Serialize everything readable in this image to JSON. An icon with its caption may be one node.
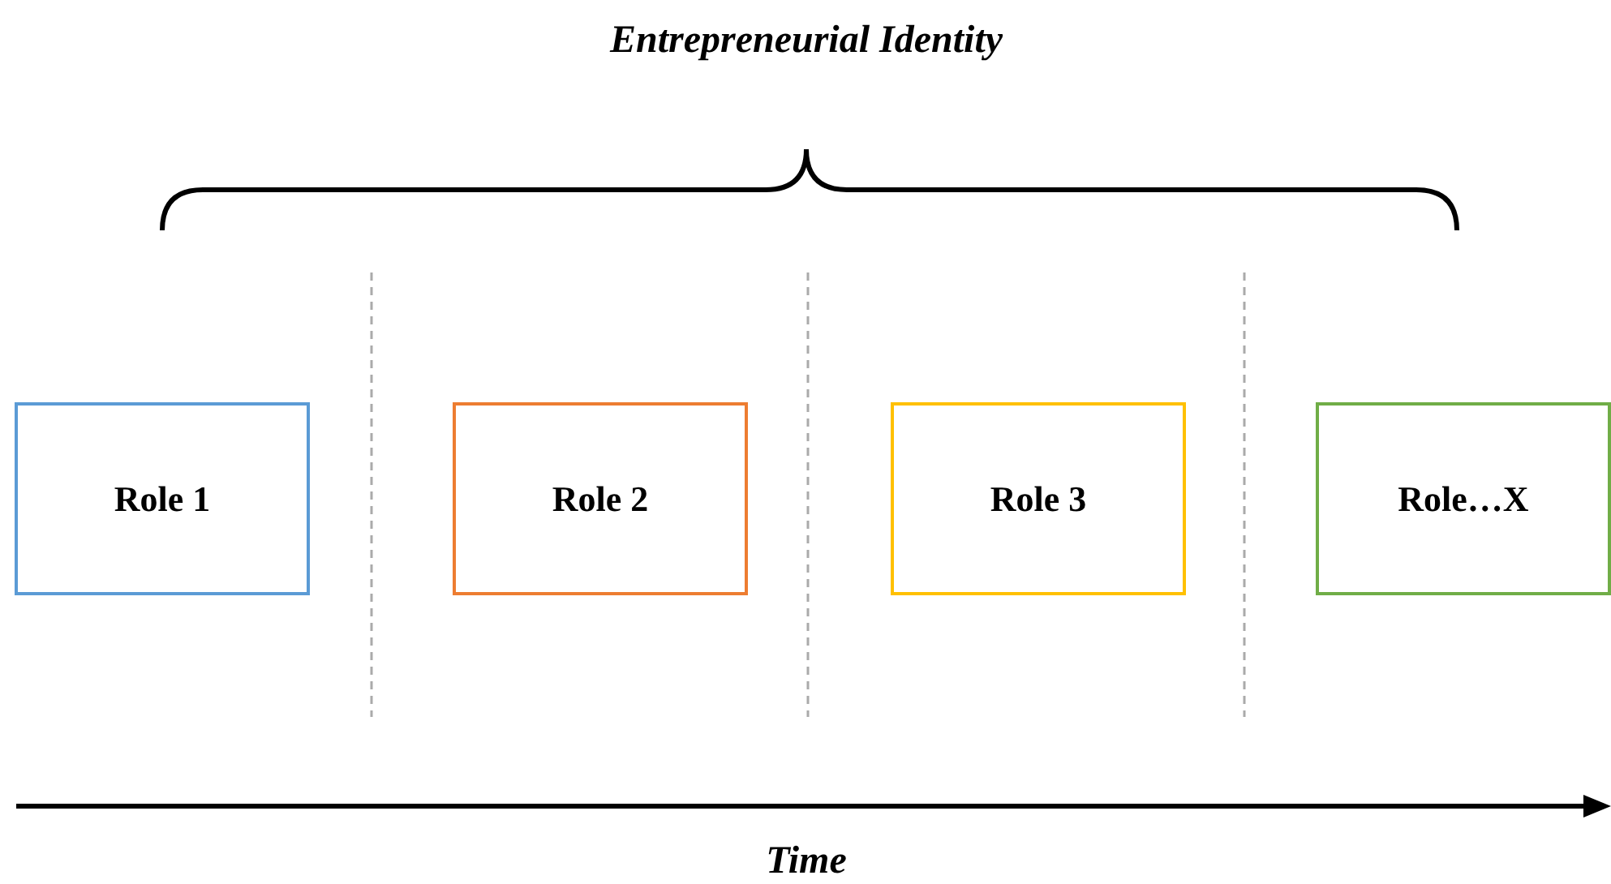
{
  "diagram": {
    "nodes": [
      {
        "text": [
          "Role 1"
        ]
      },
      {
        "text": [
          "Role 2"
        ]
      },
      {
        "text": [
          "Role 3"
        ]
      },
      {
        "text": [
          "Role…X"
        ]
      }
    ],
    "edges": [],
    "labels": [
      "Entrepreneurial Identity",
      "Time"
    ]
  }
}
